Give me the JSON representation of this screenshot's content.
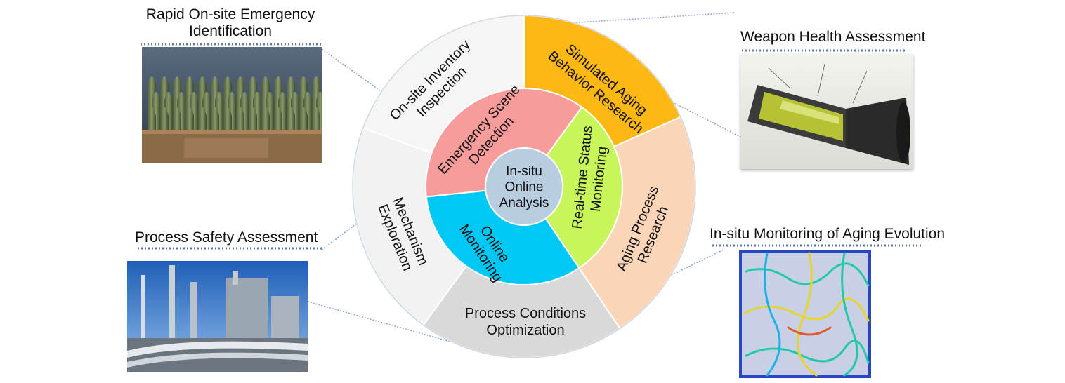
{
  "captions": {
    "rapid_line1": "Rapid On-site Emergency",
    "rapid_line2": "Identification",
    "weapon": "Weapon Health Assessment",
    "process_safety": "Process Safety Assessment",
    "in_situ_aging": "In-situ Monitoring of Aging Evolution"
  },
  "center": {
    "line1": "In-situ",
    "line2": "Online",
    "line3": "Analysis"
  },
  "inner_ring": {
    "emergency_line1": "Emergency Scene",
    "emergency_line2": "Detection",
    "realtime_line1": "Real-time Status",
    "realtime_line2": "Monitoring",
    "online_line1": "Online",
    "online_line2": "Monitoring"
  },
  "outer_ring": {
    "inventory_line1": "On-site Inventory",
    "inventory_line2": "Inspection",
    "simulated_line1": "Simulated Aging",
    "simulated_line2": "Behavior Research",
    "aging_process_line1": "Aging Process",
    "aging_process_line2": "Research",
    "process_cond_line1": "Process Conditions",
    "process_cond_line2": "Optimization",
    "mechanism_line1": "Mechanism",
    "mechanism_line2": "Exploration"
  },
  "colors": {
    "center": "#b8cde0",
    "emergency": "#f79b9b",
    "realtime": "#c8f55a",
    "online": "#00c8f5",
    "inventory": "#f5f5f5",
    "simulated": "#fdb813",
    "aging_process": "#fbd5b8",
    "process_cond": "#d9d9d9",
    "mechanism": "#f2f2f2",
    "connector": "#8aa5c8"
  }
}
